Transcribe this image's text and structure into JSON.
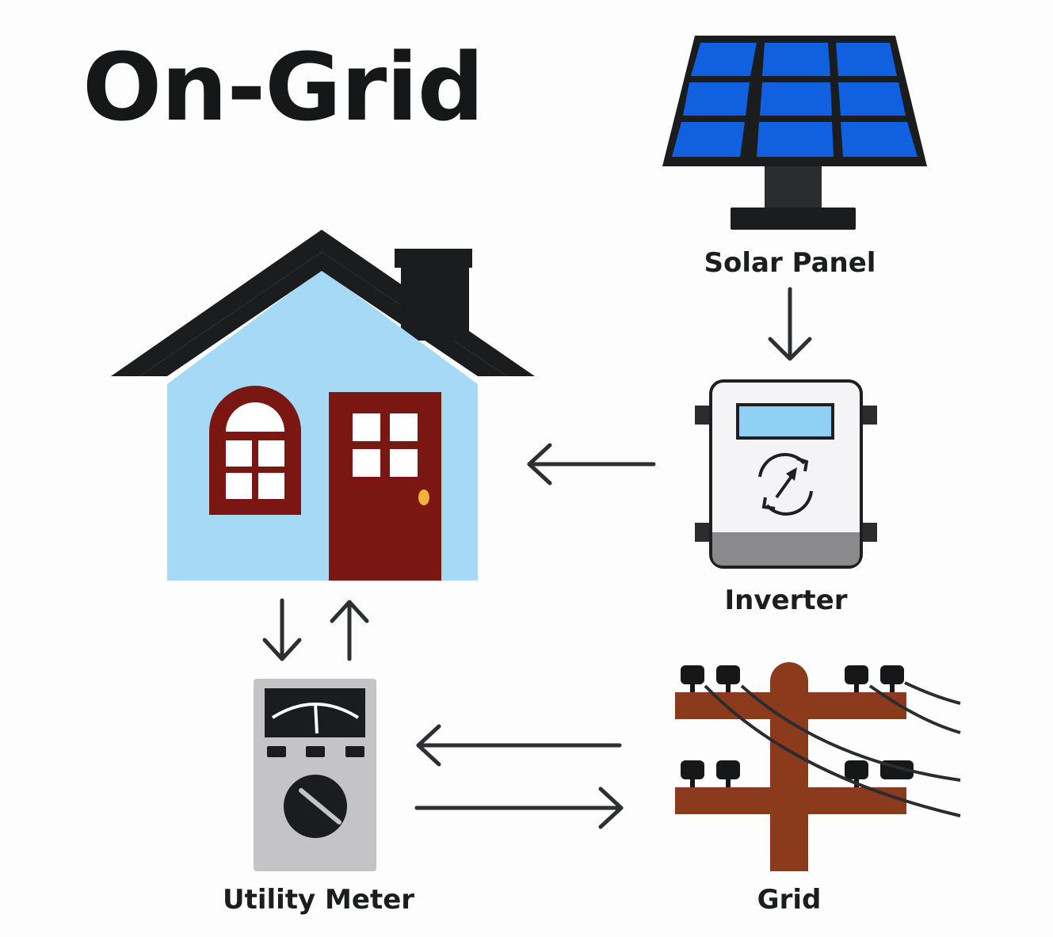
{
  "title": "On-Grid",
  "components": {
    "solar_panel": {
      "label": "Solar Panel"
    },
    "inverter": {
      "label": "Inverter"
    },
    "utility_meter": {
      "label": "Utility Meter"
    },
    "grid": {
      "label": "Grid"
    },
    "house": {
      "label": ""
    }
  },
  "colors": {
    "roof": "#1a1c1e",
    "house_wall": "#a6d9f5",
    "door": "#7a1712",
    "panel_cell": "#1060e0",
    "pole": "#8b3a1c",
    "arrow": "#2d2f31",
    "meter_body": "#c4c4c6",
    "inverter_screen": "#8fd0f4"
  },
  "icons": [
    "house-icon",
    "solar-panel-icon",
    "inverter-icon",
    "utility-meter-icon",
    "utility-pole-icon"
  ]
}
